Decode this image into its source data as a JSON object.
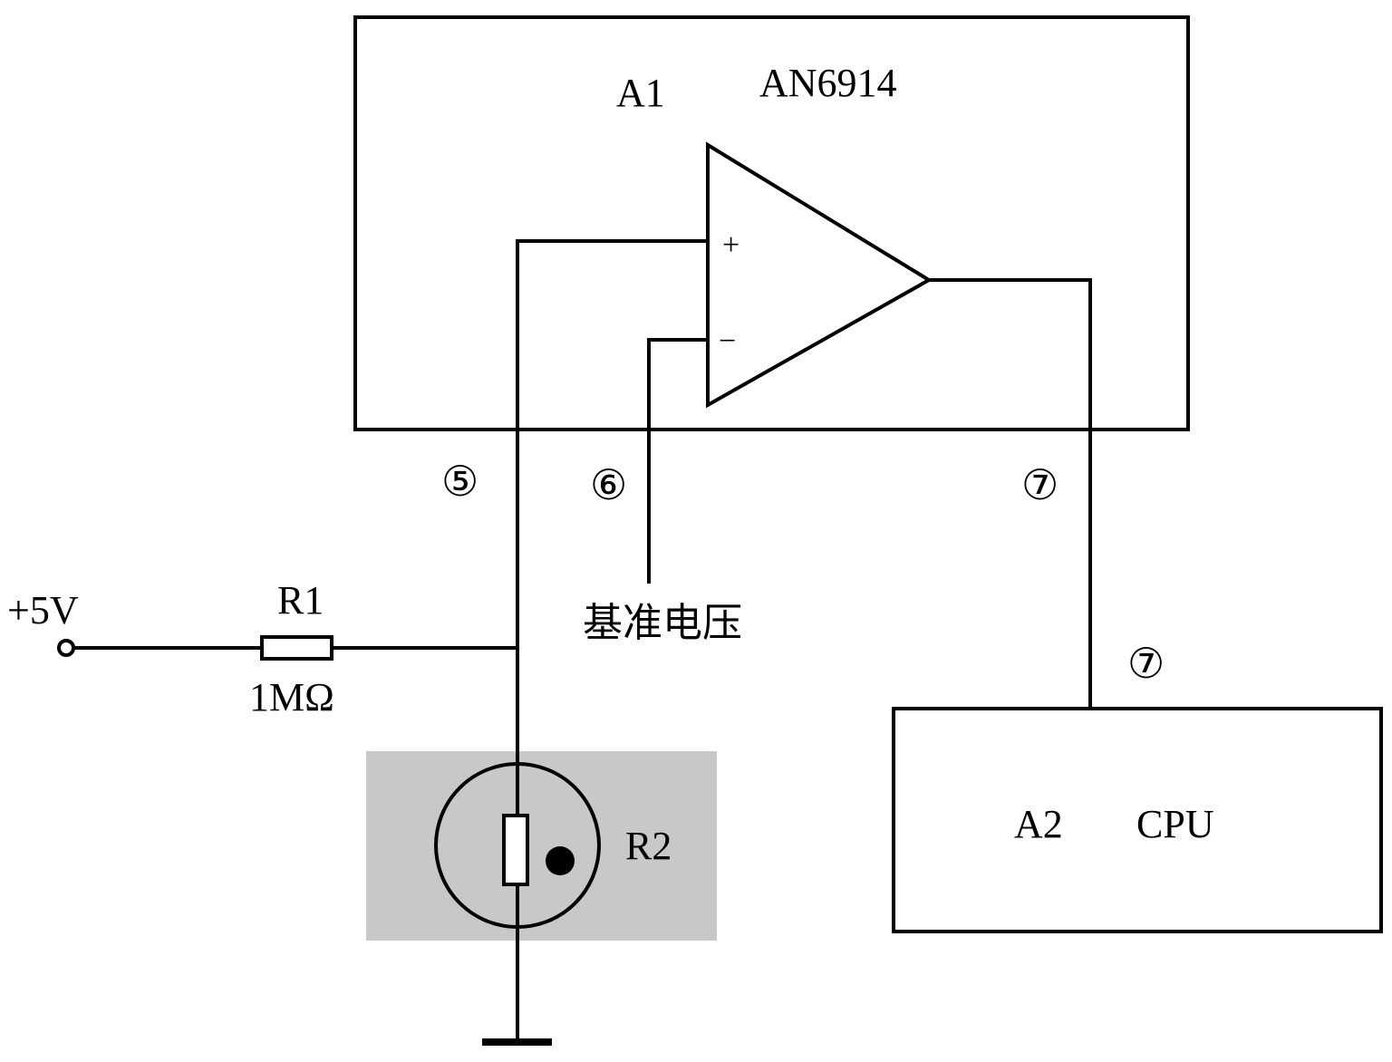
{
  "chip_a1": {
    "ref": "A1",
    "part": "AN6914"
  },
  "opamp": {
    "plus": "+",
    "minus": "−"
  },
  "pins": {
    "p5": "⑤",
    "p6": "⑥",
    "p7_top": "⑦",
    "p7_bottom": "⑦"
  },
  "reference_voltage": "基准电压",
  "supply": "+5V",
  "r1": {
    "ref": "R1",
    "value": "1MΩ"
  },
  "r2": {
    "ref": "R2"
  },
  "chip_a2": {
    "ref": "A2",
    "part": "CPU"
  },
  "colors": {
    "line": "#000000",
    "sensor_background": "#c8c8c8"
  }
}
